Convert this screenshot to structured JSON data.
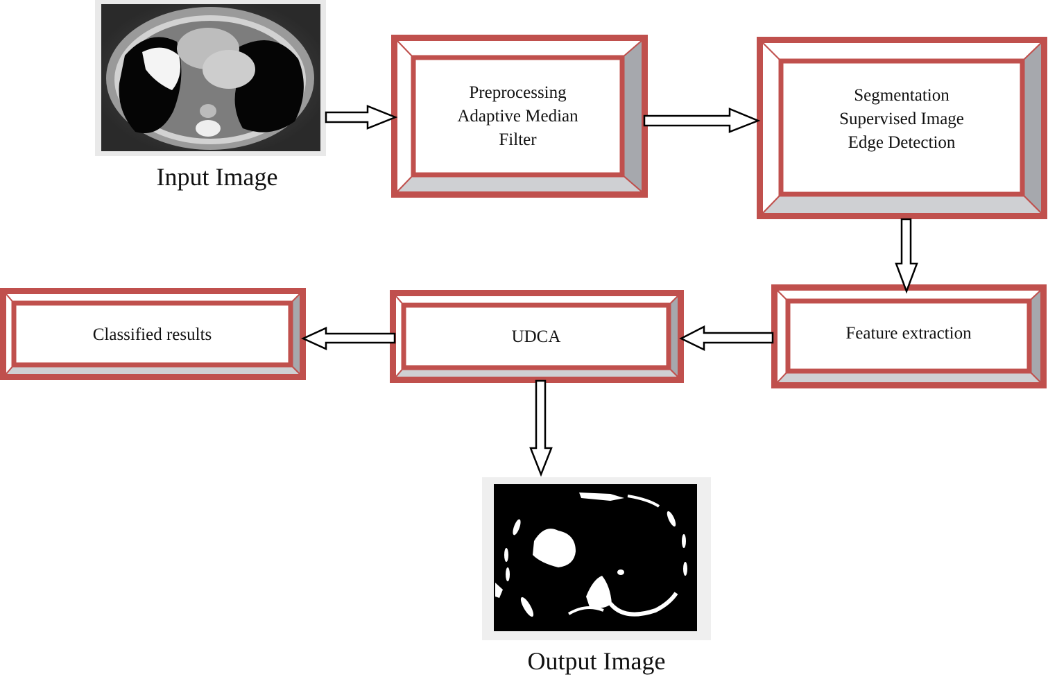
{
  "input_caption": "Input Image",
  "output_caption": "Output Image",
  "boxes": {
    "preprocessing": {
      "lines": [
        "Preprocessing",
        "Adaptive Median",
        "Filter"
      ]
    },
    "segmentation": {
      "lines": [
        "Segmentation",
        "Supervised Image",
        "Edge Detection"
      ]
    },
    "feature": {
      "label": "Feature extraction"
    },
    "udca": {
      "label": "UDCA"
    },
    "classified": {
      "label": "Classified results"
    }
  },
  "colors": {
    "frame": "#c0504d",
    "bevel": "#a6a8ad",
    "bevel_light": "#cfd0d3",
    "arrow": "#000000"
  }
}
